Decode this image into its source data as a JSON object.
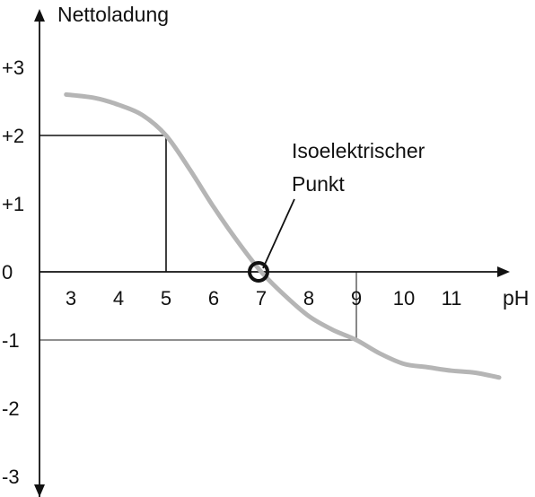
{
  "chart_data": {
    "type": "line",
    "title": "",
    "ylabel": "Nettoladung",
    "xlabel": "pH",
    "x_ticks": [
      "3",
      "4",
      "5",
      "6",
      "7",
      "8",
      "9",
      "10",
      "11"
    ],
    "y_ticks": [
      "+3",
      "+2",
      "+1",
      "0",
      "-1",
      "-2",
      "-3"
    ],
    "xlim": [
      2.3,
      12.4
    ],
    "ylim": [
      -3.1,
      3.5
    ],
    "grid": false,
    "series": [
      {
        "points": [
          [
            2.9,
            2.6
          ],
          [
            3.5,
            2.55
          ],
          [
            4.0,
            2.45
          ],
          [
            4.5,
            2.3
          ],
          [
            5.0,
            2.0
          ],
          [
            5.5,
            1.5
          ],
          [
            6.0,
            0.95
          ],
          [
            6.5,
            0.45
          ],
          [
            7.0,
            0.0
          ],
          [
            7.5,
            -0.35
          ],
          [
            8.0,
            -0.65
          ],
          [
            8.5,
            -0.85
          ],
          [
            9.0,
            -1.0
          ],
          [
            9.5,
            -1.2
          ],
          [
            10.0,
            -1.35
          ],
          [
            10.5,
            -1.4
          ],
          [
            11.0,
            -1.45
          ],
          [
            11.5,
            -1.48
          ],
          [
            12.0,
            -1.55
          ]
        ],
        "color": "#b5b5b5"
      }
    ],
    "guides": [
      {
        "x": 5,
        "y": 2,
        "color": "#111111"
      },
      {
        "x": 9,
        "y": -1,
        "color": "#6a6a6a"
      }
    ],
    "marker": {
      "x": 7,
      "y": 0
    },
    "annotation": {
      "lines": [
        "Isoelektrischer",
        "Punkt"
      ],
      "target": {
        "x": 7,
        "y": 0
      }
    }
  }
}
